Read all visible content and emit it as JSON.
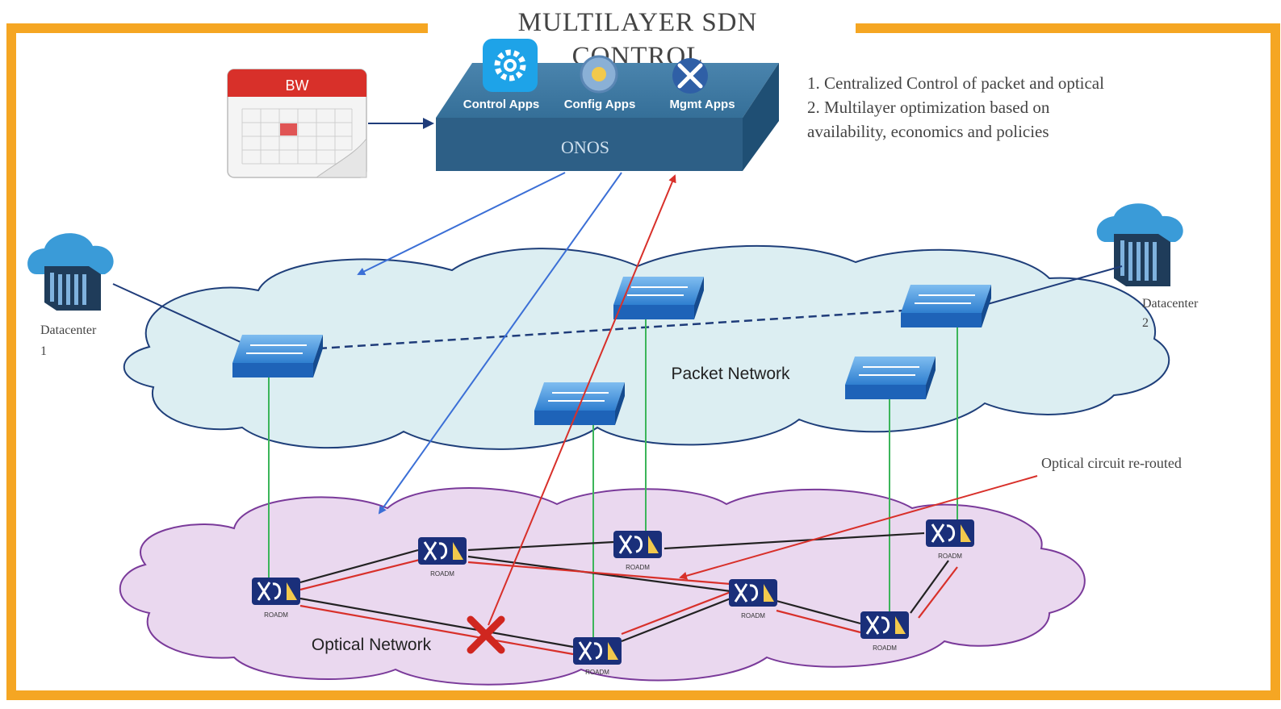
{
  "title": {
    "line1": "MULTILAYER SDN",
    "line2": "CONTROL"
  },
  "calendar": {
    "label": "BW"
  },
  "controller": {
    "name": "ONOS",
    "apps": [
      {
        "label": "Control Apps",
        "icon": "gear-icon"
      },
      {
        "label": "Config Apps",
        "icon": "config-gear-icon"
      },
      {
        "label": "Mgmt Apps",
        "icon": "tools-icon"
      }
    ]
  },
  "notes": [
    "1. Centralized Control of packet and optical",
    "2. Multilayer optimization based on",
    "availability, economics and policies"
  ],
  "datacenters": [
    {
      "line1": "Datacenter",
      "line2": "1"
    },
    {
      "line1": "Datacenter",
      "line2": "2"
    }
  ],
  "packet_network": {
    "label": "Packet Network"
  },
  "optical_network": {
    "label": "Optical Network"
  },
  "reroute_label": "Optical circuit re-routed",
  "roadm_label": "ROADM",
  "colors": {
    "frame_orange": "#f5a623",
    "controller_blue": "#2d5f86",
    "packet_cloud": "#dceef2",
    "optical_cloud": "#ead8ef",
    "control_arrow_blue": "#3b6fd6",
    "reroute_red": "#d8302a",
    "link_green": "#3cb55a",
    "failure_x": "#d0261f"
  }
}
